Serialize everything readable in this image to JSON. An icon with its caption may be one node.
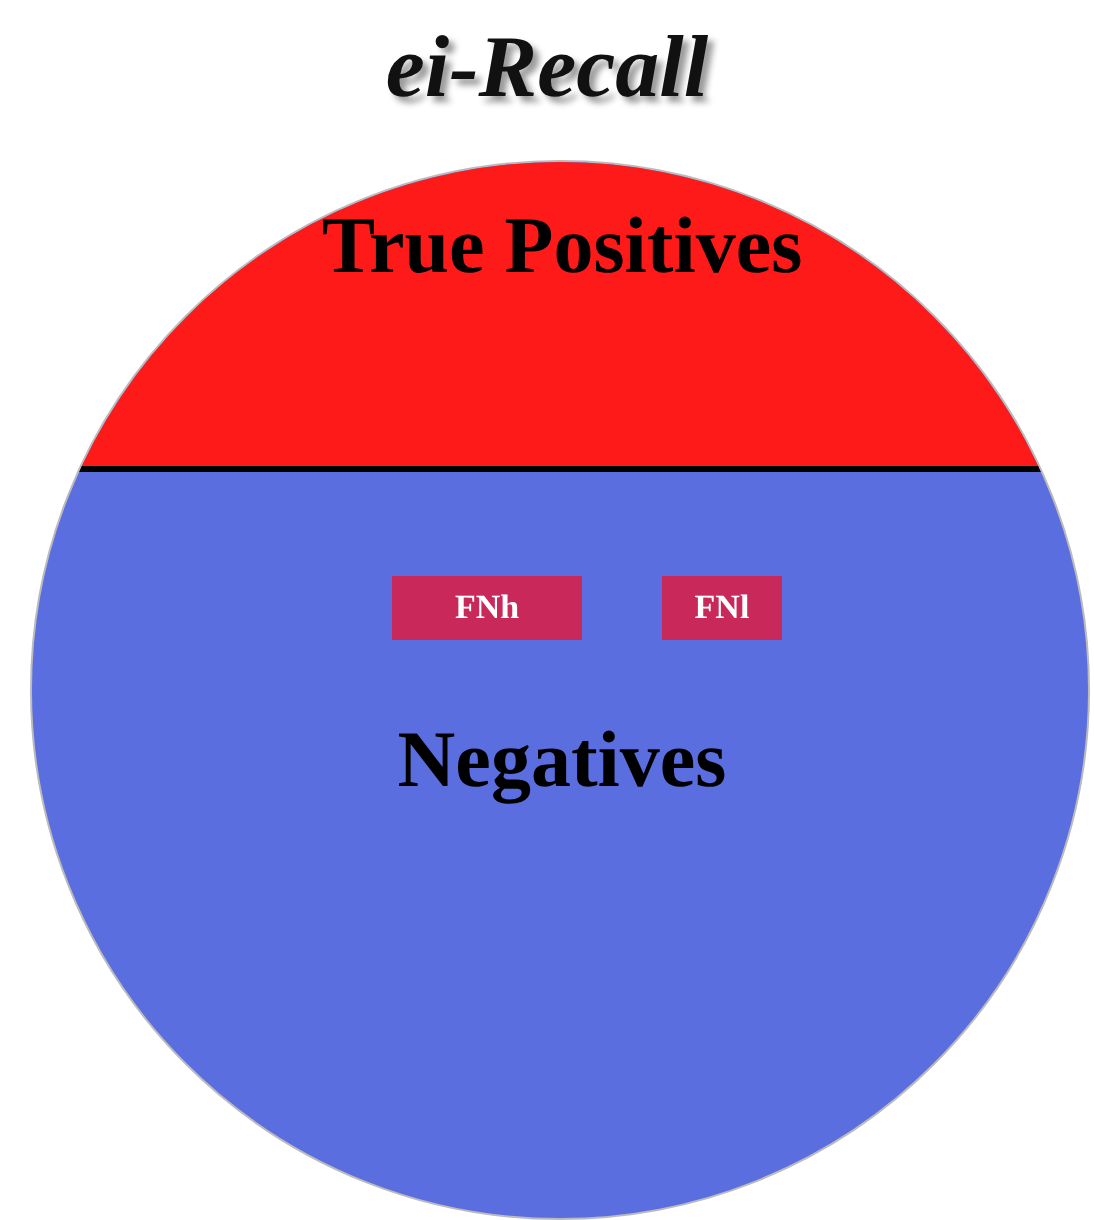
{
  "diagram": {
    "title": "ei-Recall",
    "nodes": [
      {
        "text": [
          "Negatives"
        ]
      },
      {
        "text": [
          "True Positives"
        ],
        "in": 0
      },
      {
        "text": [
          "FNh"
        ],
        "in": 0
      },
      {
        "text": [
          "FNl"
        ],
        "in": 0
      }
    ]
  }
}
